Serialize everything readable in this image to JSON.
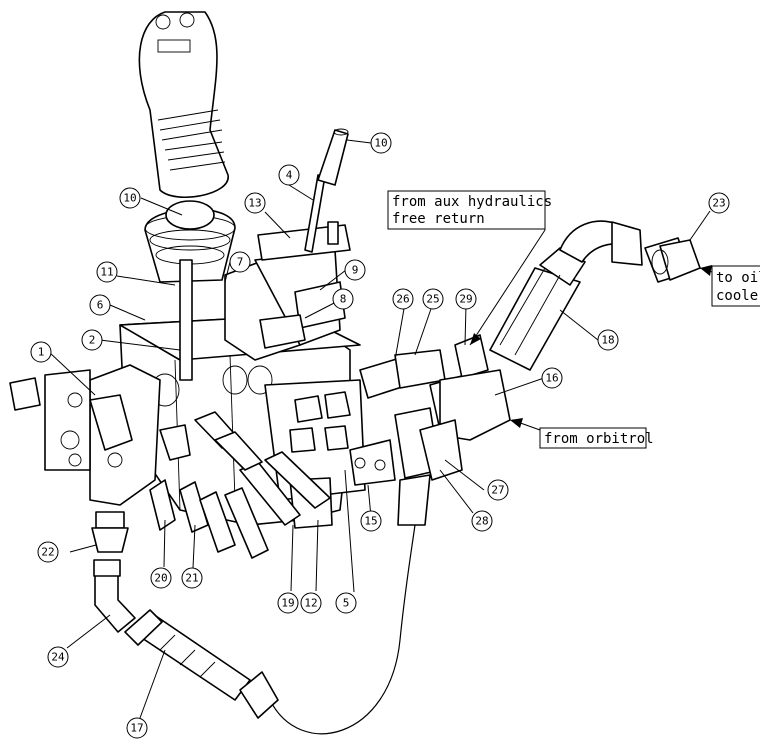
{
  "callouts": [
    {
      "id": "bubble-1",
      "label": "1"
    },
    {
      "id": "bubble-2",
      "label": "2"
    },
    {
      "id": "bubble-4",
      "label": "4"
    },
    {
      "id": "bubble-5",
      "label": "5"
    },
    {
      "id": "bubble-6",
      "label": "6"
    },
    {
      "id": "bubble-7",
      "label": "7"
    },
    {
      "id": "bubble-8",
      "label": "8"
    },
    {
      "id": "bubble-9",
      "label": "9"
    },
    {
      "id": "bubble-10a",
      "label": "10"
    },
    {
      "id": "bubble-10b",
      "label": "10"
    },
    {
      "id": "bubble-11",
      "label": "11"
    },
    {
      "id": "bubble-12",
      "label": "12"
    },
    {
      "id": "bubble-13",
      "label": "13"
    },
    {
      "id": "bubble-15",
      "label": "15"
    },
    {
      "id": "bubble-16",
      "label": "16"
    },
    {
      "id": "bubble-17",
      "label": "17"
    },
    {
      "id": "bubble-18",
      "label": "18"
    },
    {
      "id": "bubble-19",
      "label": "19"
    },
    {
      "id": "bubble-20",
      "label": "20"
    },
    {
      "id": "bubble-21",
      "label": "21"
    },
    {
      "id": "bubble-22",
      "label": "22"
    },
    {
      "id": "bubble-23",
      "label": "23"
    },
    {
      "id": "bubble-24",
      "label": "24"
    },
    {
      "id": "bubble-25",
      "label": "25"
    },
    {
      "id": "bubble-26",
      "label": "26"
    },
    {
      "id": "bubble-27",
      "label": "27"
    },
    {
      "id": "bubble-28",
      "label": "28"
    },
    {
      "id": "bubble-29",
      "label": "29"
    }
  ],
  "notes": {
    "aux_line1": "from aux hydraulics",
    "aux_line2": "free return",
    "oil_line1": "to oil",
    "oil_line2": "coole",
    "orbitrol": "from orbitrol"
  }
}
